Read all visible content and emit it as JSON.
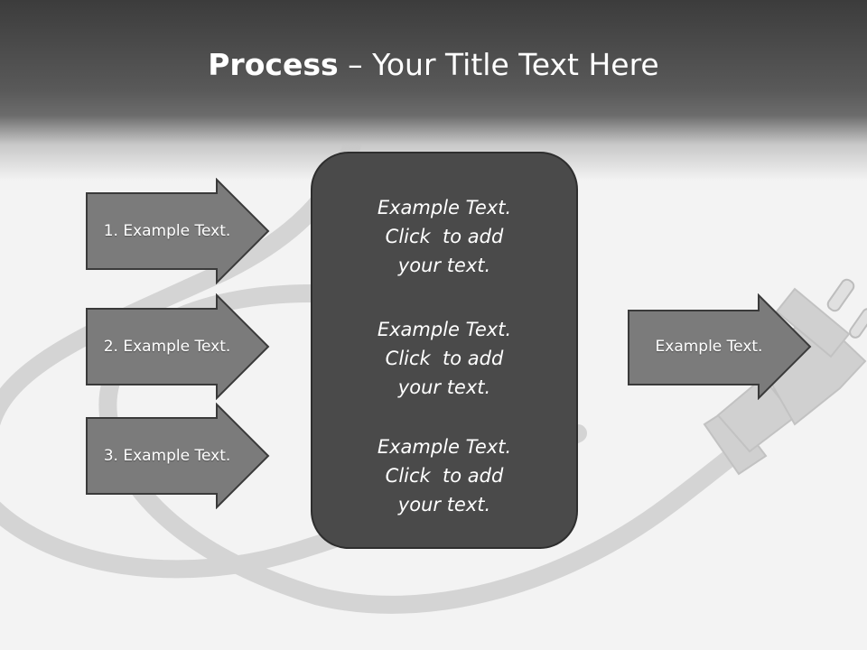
{
  "slide": {
    "title_bold": "Process",
    "title_rest": " – Your Title Text Here"
  },
  "left_arrows": [
    {
      "label": "1. Example Text."
    },
    {
      "label": "2. Example Text."
    },
    {
      "label": "3. Example Text."
    }
  ],
  "center_box": {
    "blocks": [
      "Example Text.\nClick  to add\nyour text.",
      "Example Text.\nClick  to add\nyour text.",
      "Example Text.\nClick  to add\nyour text."
    ]
  },
  "right_arrow": {
    "label": "Example Text."
  },
  "colors": {
    "header_dark": "#3c3c3c",
    "arrow_fill": "#7b7b7b",
    "arrow_stroke": "#3a3a3a",
    "box_fill": "#4a4a4a",
    "text": "#ffffff"
  }
}
